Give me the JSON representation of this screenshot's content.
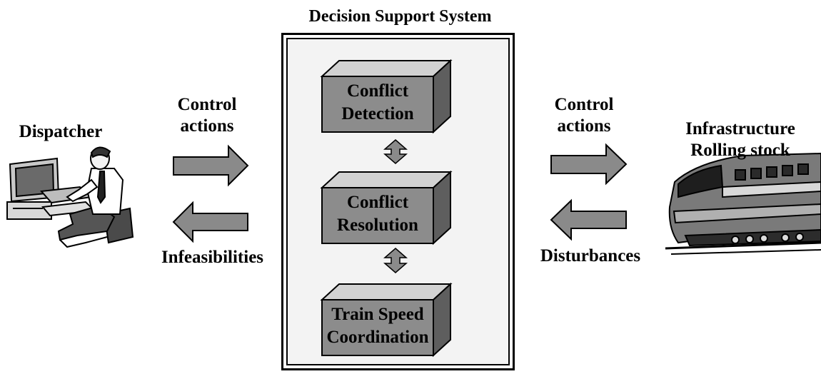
{
  "title": "Decision Support System",
  "modules": [
    {
      "line1": "Conflict",
      "line2": "Detection"
    },
    {
      "line1": "Conflict",
      "line2": "Resolution"
    },
    {
      "line1": "Train Speed",
      "line2": "Coordination"
    }
  ],
  "left": {
    "actor": "Dispatcher",
    "to_system": {
      "line1": "Control",
      "line2": "actions"
    },
    "from_system": "Infeasibilities"
  },
  "right": {
    "actor": {
      "line1": "Infrastructure",
      "line2": "Rolling stock"
    },
    "to_actor": {
      "line1": "Control",
      "line2": "actions"
    },
    "from_actor": "Disturbances"
  },
  "colors": {
    "box_front": "#8c8c8c",
    "box_top": "#d2d2d2",
    "box_side": "#5e5e5e",
    "arrow": "#8a8a8a"
  },
  "icons": [
    "dispatcher-at-computer-icon",
    "train-icon"
  ]
}
